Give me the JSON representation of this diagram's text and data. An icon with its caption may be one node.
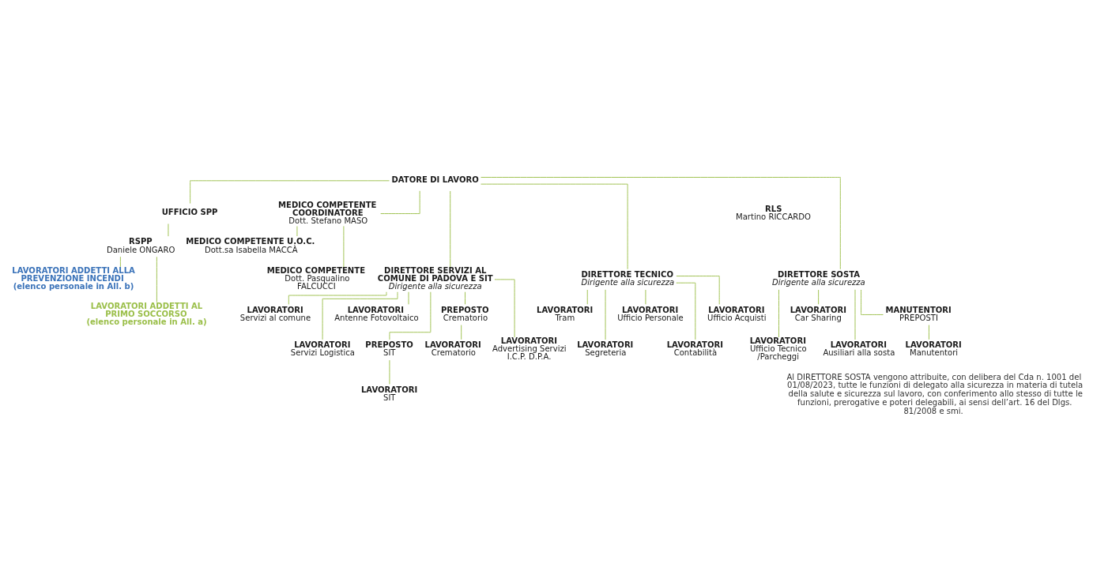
{
  "diagram": {
    "nodes": [
      {
        "text": [
          "DATORE DI LAVORO"
        ]
      },
      {
        "text": [
          "RLS",
          "Martino RICCARDO"
        ]
      },
      {
        "text": [
          "UFFICIO SPP"
        ]
      },
      {
        "text": [
          "RSPP",
          "Daniele ONGARO"
        ]
      },
      {
        "text": [
          "LAVORATORI ADDETTI ALLA PREVENZIONE INCENDI",
          "(elenco personale in All. b)"
        ]
      },
      {
        "text": [
          "LAVORATORI ADDETTI AL PRIMO SOCCORSO",
          "(elenco personale in All. a)"
        ]
      },
      {
        "text": [
          "MEDICO COMPETENTE COORDINATORE",
          "Dott. Stefano MASO"
        ]
      },
      {
        "text": [
          "MEDICO COMPETENTE U.O.C.",
          "Dott.sa Isabella MACCÀ"
        ]
      },
      {
        "text": [
          "MEDICO COMPETENTE",
          "Dott. Pasqualino FALCUCCI"
        ]
      },
      {
        "text": [
          "DIRETTORE SERVIZI AL COMUNE DI PADOVA E SIT",
          "Dirigente alla sicurezza"
        ]
      },
      {
        "text": [
          "DIRETTORE TECNICO",
          "Dirigente alla sicurezza"
        ]
      },
      {
        "text": [
          "DIRETTORE SOSTA",
          "Dirigente alla sicurezza"
        ]
      },
      {
        "text": [
          "LAVORATORI",
          "Servizi al comune"
        ]
      },
      {
        "text": [
          "LAVORATORI",
          "Servizi Logistica"
        ]
      },
      {
        "text": [
          "LAVORATORI",
          "Antenne Fotovoltaico"
        ]
      },
      {
        "text": [
          "PREPOSTO",
          "SIT"
        ]
      },
      {
        "text": [
          "LAVORATORI",
          "SIT"
        ]
      },
      {
        "text": [
          "PREPOSTO",
          "Crematorio"
        ]
      },
      {
        "text": [
          "LAVORATORI",
          "Crematorio"
        ]
      },
      {
        "text": [
          "LAVORATORI",
          "Advertising Servizi I.C.P. D.P.A."
        ]
      },
      {
        "text": [
          "LAVORATORI",
          "Tram"
        ]
      },
      {
        "text": [
          "LAVORATORI",
          "Segreteria"
        ]
      },
      {
        "text": [
          "LAVORATORI",
          "Ufficio Personale"
        ]
      },
      {
        "text": [
          "LAVORATORI",
          "Contabilità"
        ]
      },
      {
        "text": [
          "LAVORATORI",
          "Ufficio Acquisti"
        ]
      },
      {
        "text": [
          "LAVORATORI",
          "Ufficio Tecnico /Parcheggi"
        ]
      },
      {
        "text": [
          "LAVORATORI",
          "Car Sharing"
        ]
      },
      {
        "text": [
          "LAVORATORI",
          "Ausiliari alla sosta"
        ]
      },
      {
        "text": [
          "MANUTENTORI",
          "PREPOSTI"
        ]
      },
      {
        "text": [
          "LAVORATORI",
          "Manutentori"
        ]
      }
    ],
    "edges": [
      {
        "from": 0,
        "to": 2,
        "arrow": "none"
      },
      {
        "from": 2,
        "to": 3,
        "arrow": "none"
      },
      {
        "from": 3,
        "to": 4,
        "arrow": "none"
      },
      {
        "from": 3,
        "to": 5,
        "arrow": "none"
      },
      {
        "from": 0,
        "to": 6,
        "arrow": "none"
      },
      {
        "from": 6,
        "to": 7,
        "arrow": "none"
      },
      {
        "from": 6,
        "to": 8,
        "arrow": "none"
      },
      {
        "from": 0,
        "to": 9,
        "arrow": "none"
      },
      {
        "from": 0,
        "to": 10,
        "arrow": "none"
      },
      {
        "from": 0,
        "to": 11,
        "arrow": "none"
      },
      {
        "from": 9,
        "to": 12,
        "arrow": "none"
      },
      {
        "from": 9,
        "to": 13,
        "arrow": "none"
      },
      {
        "from": 9,
        "to": 14,
        "arrow": "none"
      },
      {
        "from": 9,
        "to": 15,
        "arrow": "none"
      },
      {
        "from": 15,
        "to": 16,
        "arrow": "none"
      },
      {
        "from": 9,
        "to": 17,
        "arrow": "none"
      },
      {
        "from": 17,
        "to": 18,
        "arrow": "none"
      },
      {
        "from": 9,
        "to": 19,
        "arrow": "none"
      },
      {
        "from": 10,
        "to": 20,
        "arrow": "none"
      },
      {
        "from": 10,
        "to": 21,
        "arrow": "none"
      },
      {
        "from": 10,
        "to": 22,
        "arrow": "none"
      },
      {
        "from": 10,
        "to": 23,
        "arrow": "none"
      },
      {
        "from": 10,
        "to": 24,
        "arrow": "none"
      },
      {
        "from": 11,
        "to": 25,
        "arrow": "none"
      },
      {
        "from": 11,
        "to": 26,
        "arrow": "none"
      },
      {
        "from": 11,
        "to": 27,
        "arrow": "none"
      },
      {
        "from": 11,
        "to": 28,
        "arrow": "none"
      },
      {
        "from": 28,
        "to": 29,
        "arrow": "none"
      }
    ],
    "labels": [
      "Al DIRETTORE SOSTA vengono attribuite, con delibera del Cda n. 1001 del 01/08/2023, tutte le funzioni di delegato alla sicurezza in materia di tutela della salute e sicurezza sul lavoro, con conferimento allo stesso di tutte le funzioni, prerogative e poteri delegabili, ai sensi dell’art. 16 del Dlgs. 81/2008 e smi."
    ]
  }
}
